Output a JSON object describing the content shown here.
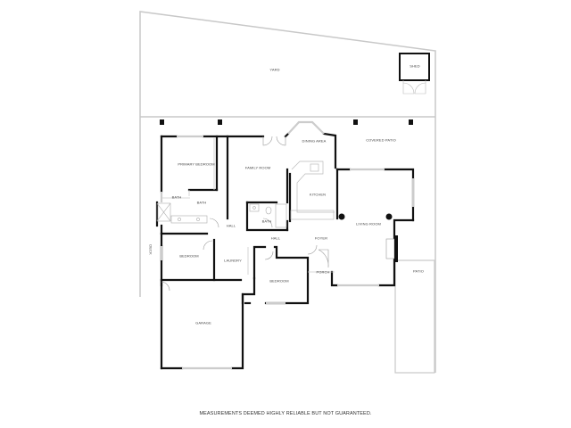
{
  "plan": {
    "rooms": {
      "yard": "YARD",
      "shed": "SHED",
      "primary_bedroom": "PRIMARY BEDROOM",
      "family_room": "FAMILY ROOM",
      "dining_area": "DINING AREA",
      "covered_patio": "COVERED PATIO",
      "kitchen": "KITCHEN",
      "bath_primary_wc": "BATH",
      "bath_primary": "BATH",
      "bath_hall": "BATH",
      "hall_left": "HALL",
      "hall_center": "HALL",
      "foyer": "FOYER",
      "living_room": "LIVING ROOM",
      "deck": "DECK",
      "bedroom_left": "BEDROOM",
      "laundry": "LAUNDRY",
      "bedroom_center": "BEDROOM",
      "porch": "PORCH",
      "patio": "PATIO",
      "garage": "GARAGE"
    },
    "colors": {
      "wall": "#111111",
      "outline": "#c8c8c8",
      "window": "#dddddd",
      "background": "#ffffff"
    }
  },
  "footer": {
    "disclaimer": "MEASUREMENTS DEEMED HIGHLY RELIABLE BUT NOT GUARANTEED."
  }
}
